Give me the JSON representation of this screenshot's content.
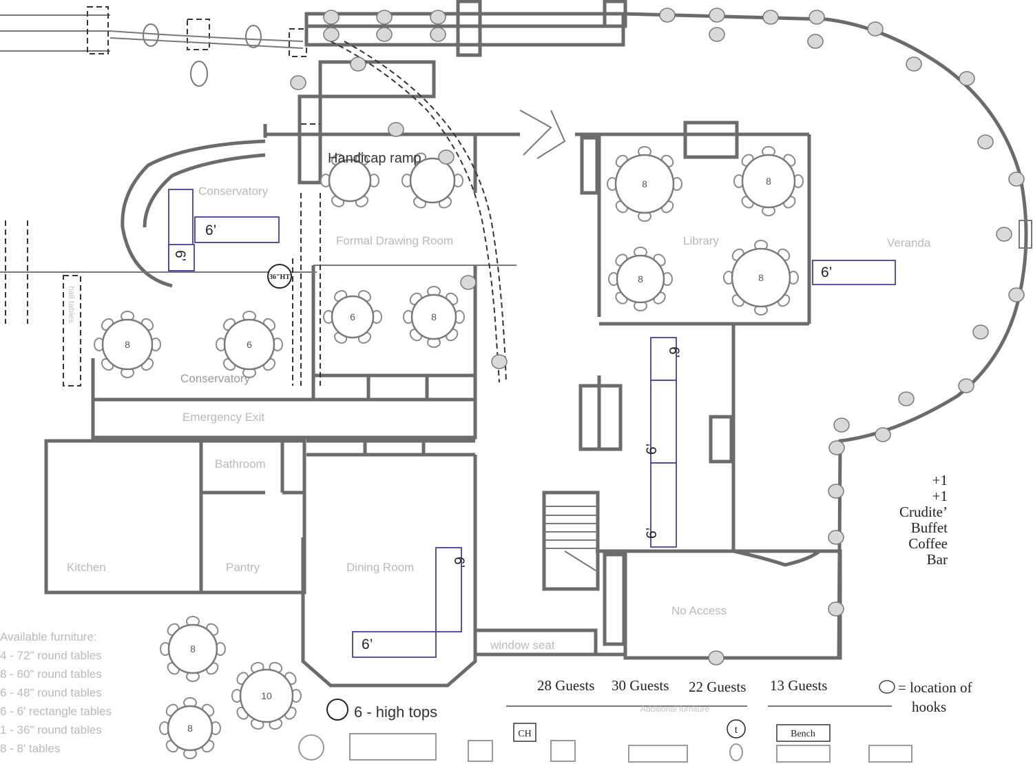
{
  "rooms": {
    "handicap_ramp": "Handicap ramp",
    "conservatory": "Conservatory",
    "formal_drawing_room": "Formal Drawing Room",
    "library": "Library",
    "veranda": "Veranda",
    "emergency_exit": "Emergency Exit",
    "bathroom": "Bathroom",
    "kitchen": "Kitchen",
    "pantry": "Pantry",
    "dining_room": "Dining Room",
    "no_access": "No Access",
    "window_seat": "window seat",
    "hall": "hall tables"
  },
  "table_labels": {
    "six_ft": "6’",
    "high_top_marker": "36\"HT",
    "conservatory_seats_a": "8",
    "conservatory_seats_b": "6",
    "drawing_seats_a": "6",
    "drawing_seats_b": "8",
    "round_table_seats": "8",
    "legend_round_a": "8",
    "legend_round_b": "10",
    "legend_round_c": "8"
  },
  "guest_counts": [
    "28 Guests",
    "30 Guests",
    "22 Guests",
    "13 Guests"
  ],
  "hooks_legend": {
    "line1": "= location of",
    "line2": "hooks"
  },
  "high_tops": "6 - high tops",
  "veranda_stations": {
    "items": [
      "+1",
      "+1",
      "Crudite’",
      "Buffet",
      "Coffee",
      "Bar"
    ]
  },
  "furniture_legend": {
    "title": "Available furniture:",
    "items": [
      "4 - 72\" round tables",
      "8 - 60\" round tables",
      "6 - 48\" round tables",
      "6 - 6' rectangle tables",
      "1 - 36\" round tables",
      "8 - 8' tables"
    ]
  },
  "bottom_key": {
    "chair": "CH",
    "bench": "Bench",
    "table_marker": "t",
    "additional_furniture": "Additional furniture"
  }
}
